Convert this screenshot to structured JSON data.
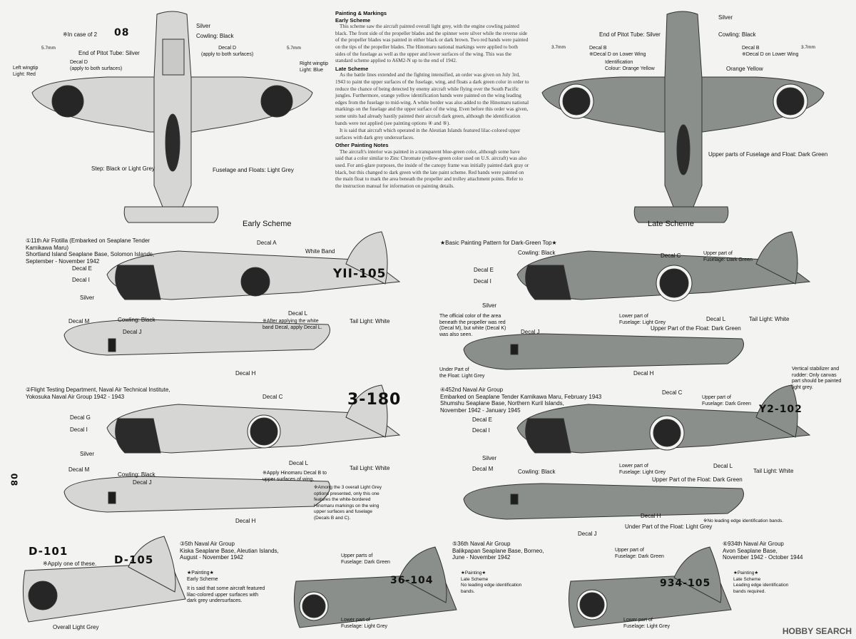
{
  "colors": {
    "light_grey": "#d6d6d4",
    "dark_green": "#8b8f8c",
    "black": "#2b2b2b",
    "red": "#1d1d1d",
    "line": "#333333"
  },
  "top": {
    "case_note": "※In case of 2",
    "case_code": "08",
    "dim_left": "5.7mm",
    "dim_right": "5.7mm",
    "dim_late_left": "3.7mm",
    "dim_late_right": "3.7mm",
    "early_labels": {
      "pitot": "End of Pitot Tube: Silver",
      "left_wingtip": "Left wingtip\nLight: Red",
      "decal_d_left": "Decal D\n(apply to both surfaces)",
      "silver": "Silver",
      "cowling": "Cowling: Black",
      "decal_d_right": "Decal D\n(apply to both surfaces)",
      "right_wingtip": "Right wingtip\nLight: Blue",
      "step": "Step: Black or Light Grey",
      "fuselage": "Fuselage and Floats: Light Grey",
      "scheme": "Early Scheme"
    },
    "late_labels": {
      "silver": "Silver",
      "pitot": "End of Pitot Tube: Silver",
      "cowling": "Cowling: Black",
      "decal_b_left": "Decal B\n※Decal D on Lower Wing",
      "decal_b_right": "Decal B\n※Decal D on Lower Wing",
      "ident": "Identification\nColour: Orange Yellow",
      "orange": "Orange Yellow",
      "upper": "Upper parts of Fuselage and Float: Dark Green",
      "scheme": "Late Scheme"
    }
  },
  "notes": {
    "h1": "Painting & Markings",
    "h2": "Early Scheme",
    "p1": "This scheme saw the aircraft painted overall light grey, with the engine cowling painted black. The front side of the propeller blades and the spinner were silver while the reverse side of the propeller blades was painted in either black or dark brown. Two red bands were painted on the tips of the propeller blades. The Hinomaru national markings were applied to both sides of the fuselage as well as the upper and lower surfaces of the wing. This was the standard scheme applied to A6M2-N up to the end of 1942.",
    "h3": "Late Scheme",
    "p2": "As the battle lines extended and the fighting intensified, an order was given on July 3rd, 1943 to paint the upper surfaces of the fuselage, wing, and floats a dark green color in order to reduce the chance of being detected by enemy aircraft while flying over the South Pacific jungles. Furthermore, orange yellow identification bands were painted on the wing leading edges from the fuselage to mid-wing. A white border was also added to the Hinomaru national markings on the fuselage and the upper surface of the wing. Even before this order was given, some units had already hastily painted their aircraft dark green, although the identification bands were not applied (see painting options ④ and ⑤).",
    "p3": "It is said that aircraft which operated in the Aleutian Islands featured lilac-colored upper surfaces with dark grey undersurfaces.",
    "h4": "Other Painting Notes",
    "p4": "The aircraft's interior was painted in a transparent blue-green color, although some have said that a color similar to Zinc Chromate (yellow-green color used on U.S. aircraft) was also used. For anti-glare purposes, the inside of the canopy frame was initially painted dark gray or black, but this changed to dark green with the late paint scheme. Red bands were painted on the main float to mark the area beneath the propeller and trolley attachment points. Refer to the instruction manual for information on painting details."
  },
  "profile1": {
    "header": "①11th Air Flotilla (Embarked on Seaplane Tender\nKamikawa Maru)\nShortland Island Seaplane Base, Solomon Islands,\nSeptember - November 1942",
    "code": "YII-105",
    "labels": {
      "decal_a": "Decal A",
      "white_band": "White Band",
      "decal_e": "Decal E",
      "decal_i": "Decal I",
      "silver": "Silver",
      "cowling": "Cowling: Black",
      "decal_m": "Decal M",
      "decal_j": "Decal J",
      "decal_l": "Decal L",
      "after": "※After applying the white\nband Decal, apply Decal L.",
      "tail": "Tail Light: White",
      "decal_h": "Decal H"
    }
  },
  "profile2": {
    "header": "②Flight Testing Department, Naval Air Technical Institute,\nYokosuka Naval Air Group 1942 - 1943",
    "code": "3-180",
    "side_code": "08",
    "labels": {
      "decal_c": "Decal C",
      "decal_g": "Decal G",
      "decal_i": "Decal I",
      "silver": "Silver",
      "cowling": "Cowling: Black",
      "decal_m": "Decal M",
      "decal_j": "Decal J",
      "decal_l": "Decal L",
      "apply": "※Apply Hinomaru Decal B to\nupper surfaces of wing.",
      "tail": "Tail Light: White",
      "decal_h": "Decal H",
      "among": "※Among the 3 overall Light Grey\noptions presented, only this one\nfeatures the white-bordered\nHinomaru markings on the wing\nupper surfaces and fuselage\n(Decals B and C)."
    }
  },
  "profile3": {
    "header": "★Basic Painting Pattern for Dark-Green Top★",
    "labels": {
      "cowling": "Cowling: Black",
      "decal_c": "Decal C",
      "upper": "Upper part of\nFuselage: Dark Green",
      "decal_e": "Decal E",
      "decal_i": "Decal I",
      "silver": "Silver",
      "official": "The official color of the area\nbeneath the propeller was red\n(Decal M), but white (Decal K)\nwas also seen.",
      "decal_j": "Decal J",
      "lower": "Lower part of\nFuselage: Light Grey",
      "decal_l": "Decal L",
      "tail": "Tail Light: White",
      "upper_float": "Upper Part of the Float: Dark Green",
      "under_float": "Under Part of\nthe Float: Light Grey",
      "decal_h": "Decal H"
    }
  },
  "profile4": {
    "header": "④452nd Naval Air Group\nEmbarked on Seaplane Tender Kamikawa Maru, February 1943\nShumshu Seaplane Base, Northern Kuril Islands,\nNovember 1942 - January 1945",
    "code": "Y2-102",
    "labels": {
      "vertical": "Vertical stabilizer and\nrudder: Only canvas\npart should be painted\nlight grey.",
      "decal_c": "Decal C",
      "upper": "Upper part of\nFuselage: Dark Green",
      "decal_e": "Decal E",
      "decal_i": "Decal I",
      "silver": "Silver",
      "decal_m": "Decal M",
      "cowling": "Cowling: Black",
      "lower": "Lower part of\nFuselage: Light Grey",
      "decal_l": "Decal L",
      "tail": "Tail Light: White",
      "upper_float": "Upper Part of the Float: Dark Green",
      "decal_h": "Decal H",
      "under_float": "Under Part of the Float: Light Grey",
      "no_edge": "※No leading edge identification bands.",
      "decal_j": "Decal J"
    }
  },
  "profile5": {
    "header": "③5th Naval Air Group\nKiska Seaplane Base, Aleutian Islands,\nAugust - November 1942",
    "code_a": "D-101",
    "code_b": "D-105",
    "apply": "※Apply one of these.",
    "painting": "★Painting★\nEarly Scheme",
    "note": "It is said that some aircraft featured\nlilac-colored upper surfaces with\ndark grey undersurfaces.",
    "overall": "Overall Light Grey"
  },
  "profile6": {
    "header": "⑤36th Naval Air Group\nBalikpapan Seaplane Base, Borneo,\nJune - November 1942",
    "code": "36-104",
    "upper": "Upper parts of\nFuselage: Dark Green",
    "painting": "★Painting★\nLate Scheme\nNo leading edge identification\nbands.",
    "lower": "Lower part of\nFuselage: Light Grey"
  },
  "profile7": {
    "header": "⑥934th Naval Air Group\nAvon Seaplane Base,\nNovember 1942 - October 1944",
    "code": "934-105",
    "upper": "Upper part of\nFuselage: Dark Green",
    "painting": "★Painting★\nLate Scheme\nLeading edge identification\nbands required.",
    "lower": "Lower part of\nFuselage: Light Grey"
  },
  "footer": {
    "brand": "HOBBY SEARCH"
  }
}
